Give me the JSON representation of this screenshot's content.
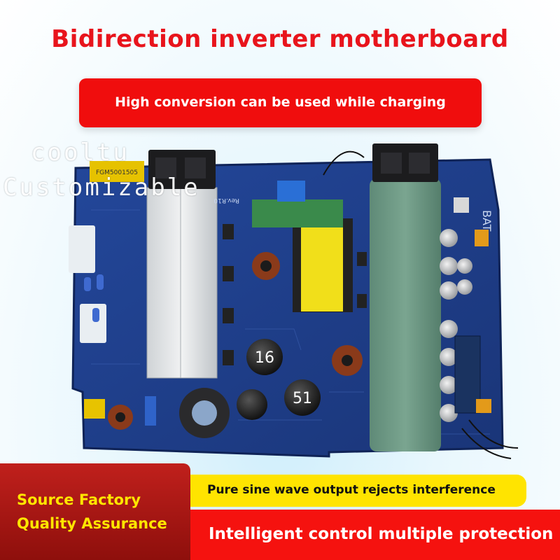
{
  "title": "Bidirection inverter motherboard",
  "banner": "High conversion can be used while charging",
  "watermark": {
    "line1": "cooltu",
    "line2": "Customizable"
  },
  "board_labels": {
    "bat": "BAT",
    "rev": "Rev.R10",
    "cap16": "16",
    "cap51": "51",
    "relay": "FGM5001505"
  },
  "footer": {
    "left_line1": "Source Factory",
    "left_line2": "Quality Assurance",
    "yellow_text": "Pure sine wave output rejects interference",
    "red_text": "Intelligent control multiple protection"
  },
  "colors": {
    "title_red": "#e8141c",
    "banner_red": "#f00d0d",
    "pcb_blue": "#1f3f8a",
    "footer_yellow": "#ffe400",
    "footer_text_yellow": "#ffe600"
  }
}
